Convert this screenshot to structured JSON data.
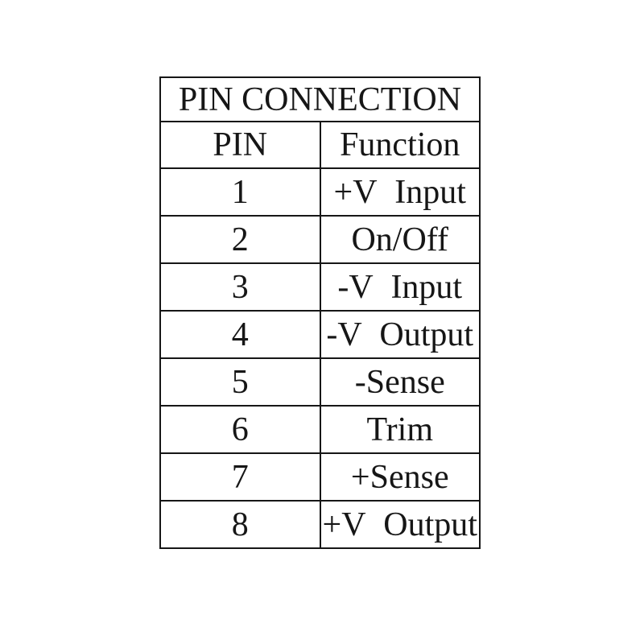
{
  "page": {
    "background": "#ffffff"
  },
  "table": {
    "title": "PIN CONNECTION",
    "columns": [
      "PIN",
      "Function"
    ],
    "rows": [
      {
        "pin": "1",
        "function": "+V Input"
      },
      {
        "pin": "2",
        "function": "On/Off"
      },
      {
        "pin": "3",
        "function": "-V Input"
      },
      {
        "pin": "4",
        "function": "-V Output"
      },
      {
        "pin": "5",
        "function": "-Sense"
      },
      {
        "pin": "6",
        "function": "Trim"
      },
      {
        "pin": "7",
        "function": "+Sense"
      },
      {
        "pin": "8",
        "function": "+V Output"
      }
    ],
    "colors": {
      "border": "#161616",
      "text": "#161616",
      "background": "#ffffff"
    }
  },
  "chart_data": {
    "type": "table",
    "title": "PIN CONNECTION",
    "columns": [
      "PIN",
      "Function"
    ],
    "rows": [
      [
        "1",
        "+V Input"
      ],
      [
        "2",
        "On/Off"
      ],
      [
        "3",
        "-V Input"
      ],
      [
        "4",
        "-V Output"
      ],
      [
        "5",
        "-Sense"
      ],
      [
        "6",
        "Trim"
      ],
      [
        "7",
        "+Sense"
      ],
      [
        "8",
        "+V Output"
      ]
    ]
  }
}
